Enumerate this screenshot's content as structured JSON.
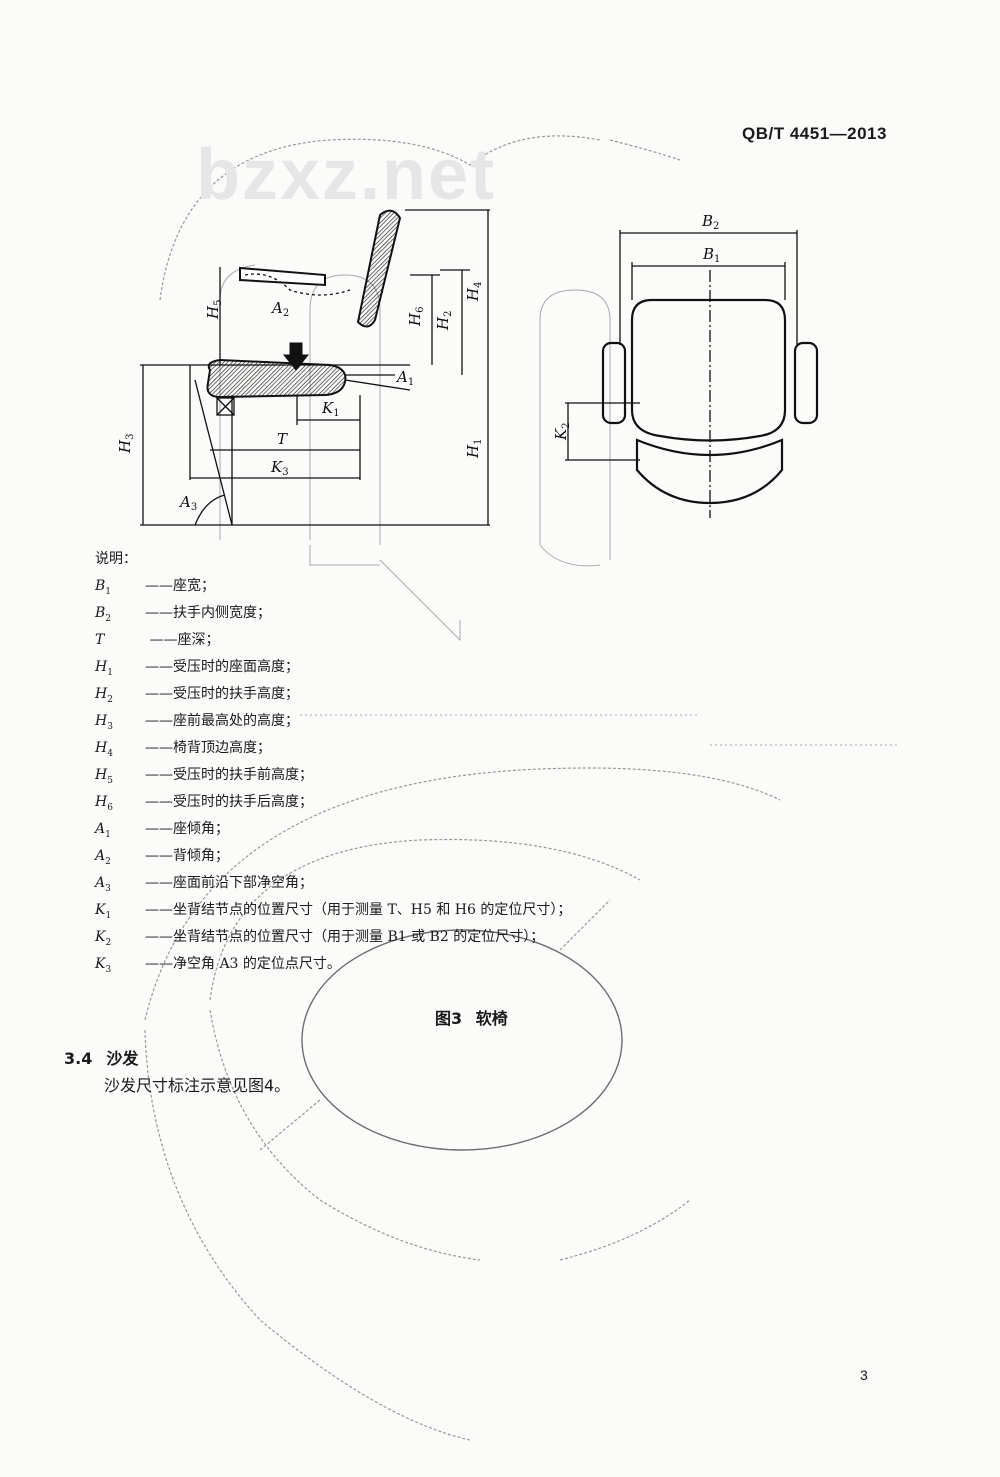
{
  "header": {
    "standard_code": "QB/T 4451—2013"
  },
  "watermark": {
    "text": "bzxz.net"
  },
  "figure": {
    "caption": "图3  软椅",
    "side_view_labels": {
      "H5": {
        "letter": "H",
        "sub": "5"
      },
      "H6": {
        "letter": "H",
        "sub": "6"
      },
      "H2": {
        "letter": "H",
        "sub": "2"
      },
      "H4": {
        "letter": "H",
        "sub": "4"
      },
      "H1": {
        "letter": "H",
        "sub": "1"
      },
      "H3": {
        "letter": "H",
        "sub": "3"
      },
      "A2": {
        "letter": "A",
        "sub": "2"
      },
      "A1": {
        "letter": "A",
        "sub": "1"
      },
      "A3": {
        "letter": "A",
        "sub": "3"
      },
      "K1": {
        "letter": "K",
        "sub": "1"
      },
      "K3": {
        "letter": "K",
        "sub": "3"
      },
      "T": {
        "letter": "T",
        "sub": ""
      }
    },
    "top_view_labels": {
      "B2": {
        "letter": "B",
        "sub": "2"
      },
      "B1": {
        "letter": "B",
        "sub": "1"
      },
      "K2": {
        "letter": "K",
        "sub": "2"
      }
    }
  },
  "legend": {
    "heading": "说明：",
    "items": [
      {
        "symbol": "B",
        "sub": "1",
        "desc": "——座宽；"
      },
      {
        "symbol": "B",
        "sub": "2",
        "desc": "——扶手内侧宽度；"
      },
      {
        "symbol": "T",
        "sub": "",
        "desc": " ——座深；"
      },
      {
        "symbol": "H",
        "sub": "1",
        "desc": "——受压时的座面高度；"
      },
      {
        "symbol": "H",
        "sub": "2",
        "desc": "——受压时的扶手高度；"
      },
      {
        "symbol": "H",
        "sub": "3",
        "desc": "——座前最高处的高度；"
      },
      {
        "symbol": "H",
        "sub": "4",
        "desc": "——椅背顶边高度；"
      },
      {
        "symbol": "H",
        "sub": "5",
        "desc": "——受压时的扶手前高度；"
      },
      {
        "symbol": "H",
        "sub": "6",
        "desc": "——受压时的扶手后高度；"
      },
      {
        "symbol": "A",
        "sub": "1",
        "desc": "——座倾角；"
      },
      {
        "symbol": "A",
        "sub": "2",
        "desc": "——背倾角；"
      },
      {
        "symbol": "A",
        "sub": "3",
        "desc": "——座面前沿下部净空角；"
      },
      {
        "symbol": "K",
        "sub": "1",
        "desc": "——坐背结节点的位置尺寸（用于测量 T、H5 和 H6 的定位尺寸）；"
      },
      {
        "symbol": "K",
        "sub": "2",
        "desc": "——坐背结节点的位置尺寸（用于测量 B1 或 B2 的定位尺寸）；"
      },
      {
        "symbol": "K",
        "sub": "3",
        "desc": "——净空角 A3 的定位点尺寸。"
      }
    ]
  },
  "section": {
    "number": "3.4",
    "title": "沙发",
    "body": "沙发尺寸标注示意见图4。"
  },
  "page_number": "3"
}
